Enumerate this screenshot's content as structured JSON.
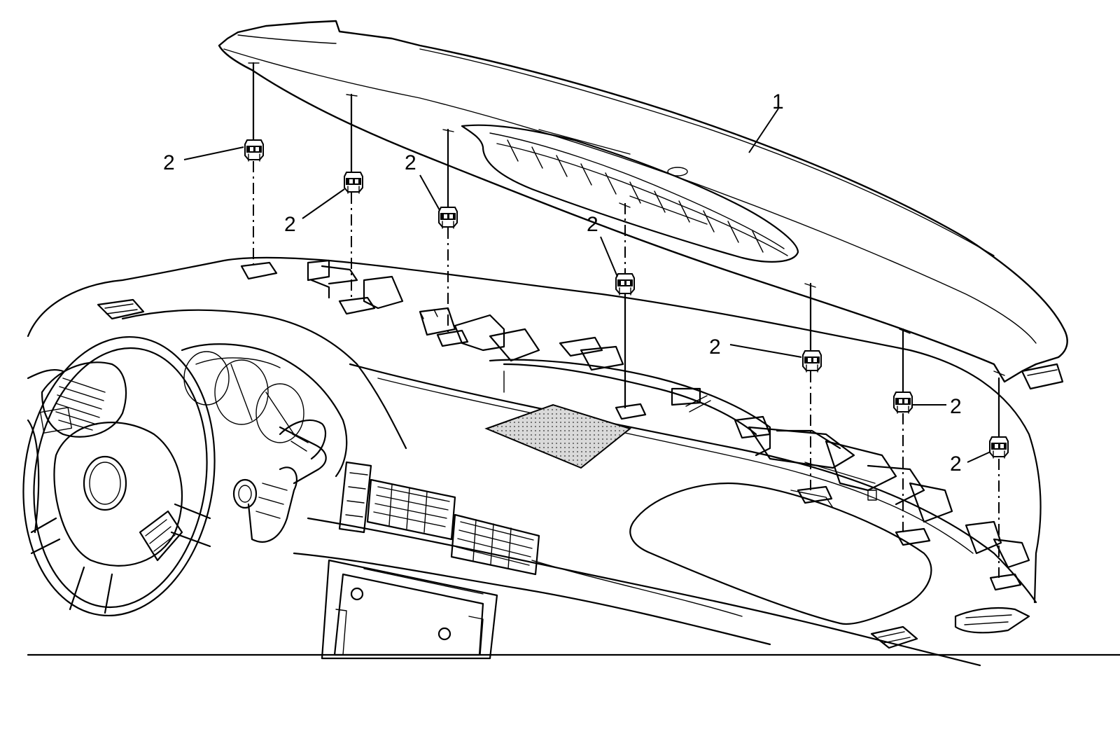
{
  "diagram": {
    "callouts": [
      {
        "id": "c1",
        "label": "1"
      },
      {
        "id": "c2a",
        "label": "2"
      },
      {
        "id": "c2b",
        "label": "2"
      },
      {
        "id": "c2c",
        "label": "2"
      },
      {
        "id": "c2d",
        "label": "2"
      },
      {
        "id": "c2e",
        "label": "2"
      },
      {
        "id": "c2f",
        "label": "2"
      },
      {
        "id": "c2g",
        "label": "2"
      }
    ]
  }
}
